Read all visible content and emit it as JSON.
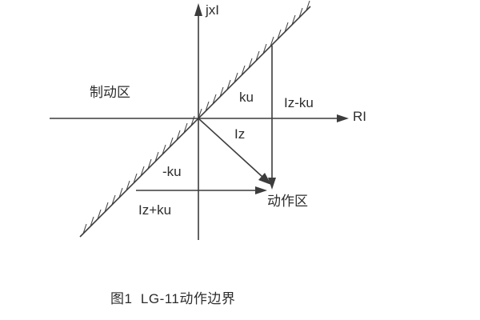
{
  "figure": {
    "axis_y_label": "jxI",
    "axis_x_label": "RI",
    "region_restrain": "制动区",
    "region_operate": "动作区",
    "label_ku": "ku",
    "label_iz_minus_ku": "Iz-ku",
    "label_iz": "Iz",
    "label_neg_ku": "-ku",
    "label_iz_plus_ku": "Iz+ku",
    "caption": "图1  LG-11动作边界"
  },
  "colors": {
    "line": "#3c3c3c",
    "text": "#2d2d2d",
    "background": "#ffffff"
  }
}
